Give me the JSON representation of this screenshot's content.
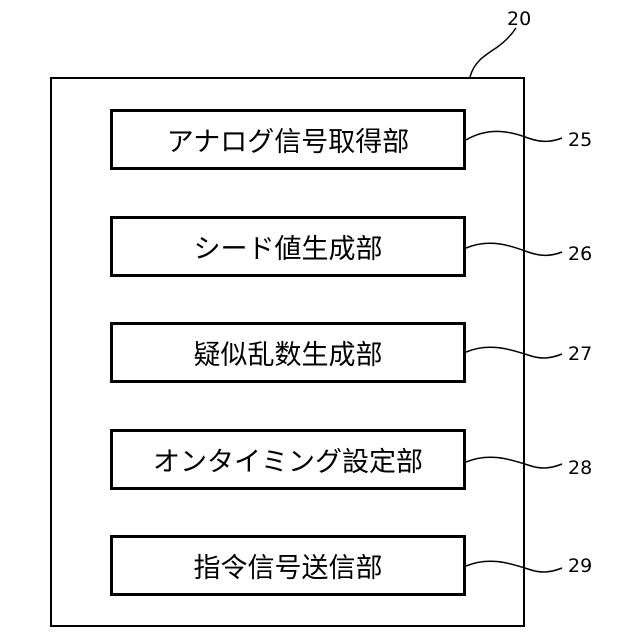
{
  "system_ref": "20",
  "blocks": [
    {
      "label": "アナログ信号取得部",
      "ref": "25"
    },
    {
      "label": "シード値生成部",
      "ref": "26"
    },
    {
      "label": "疑似乱数生成部",
      "ref": "27"
    },
    {
      "label": "オンタイミング設定部",
      "ref": "28"
    },
    {
      "label": "指令信号送信部",
      "ref": "29"
    }
  ]
}
